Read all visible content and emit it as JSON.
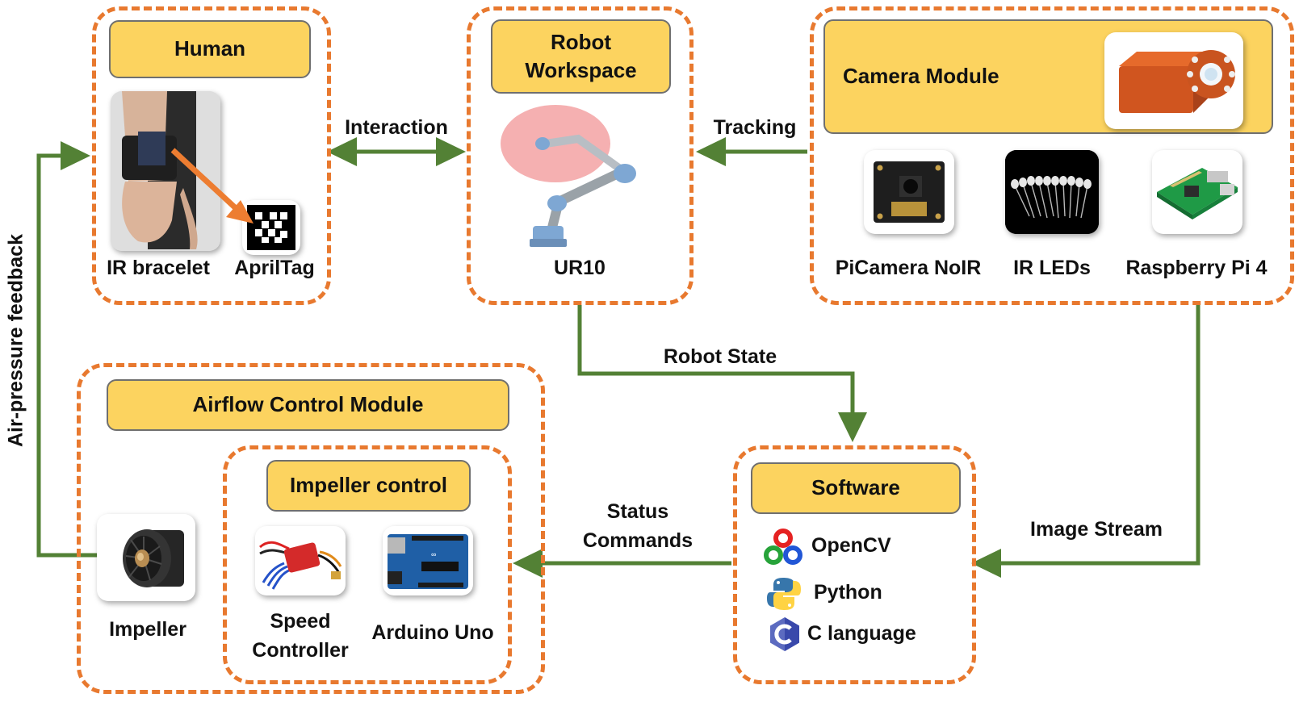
{
  "modules": {
    "human": {
      "title": "Human",
      "items": {
        "bracelet": "IR bracelet",
        "apriltag": "AprilTag"
      }
    },
    "robot_workspace": {
      "title_line1": "Robot",
      "title_line2": "Workspace",
      "items": {
        "robot": "UR10"
      }
    },
    "camera_module": {
      "title": "Camera Module",
      "items": {
        "picamera": "PiCamera NoIR",
        "ir_leds": "IR LEDs",
        "raspberry_pi": "Raspberry Pi 4"
      }
    },
    "airflow_control": {
      "title": "Airflow Control Module",
      "items": {
        "impeller": "Impeller"
      },
      "impeller_control": {
        "title": "Impeller control",
        "items": {
          "speed_line1": "Speed",
          "speed_line2": "Controller",
          "arduino": "Arduino Uno"
        }
      }
    },
    "software": {
      "title": "Software",
      "items": {
        "opencv": "OpenCV",
        "python": "Python",
        "c_language": "C language"
      }
    }
  },
  "flows": {
    "interaction": "Interaction",
    "tracking": "Tracking",
    "robot_state": "Robot State",
    "image_stream": "Image Stream",
    "status": "Status",
    "commands": "Commands",
    "feedback": "Air-pressure feedback"
  },
  "colors": {
    "module_border": "#e8792f",
    "header_fill": "#fcd35f",
    "arrow": "#538135",
    "bracelet_pointer": "#ed7d31"
  },
  "icons": {
    "bracelet": "ir-bracelet-photo",
    "apriltag": "apriltag-marker",
    "robot": "ur10-robot-arm",
    "camera_case": "camera-module-case",
    "picamera": "picamera-board",
    "ir_leds": "ir-led-bundle",
    "raspberry_pi": "raspberry-pi-board",
    "impeller": "impeller-fan",
    "speed_controller": "speed-controller-esc",
    "arduino": "arduino-uno-board",
    "opencv": "opencv-logo",
    "python": "python-logo",
    "c_language": "c-language-logo"
  }
}
